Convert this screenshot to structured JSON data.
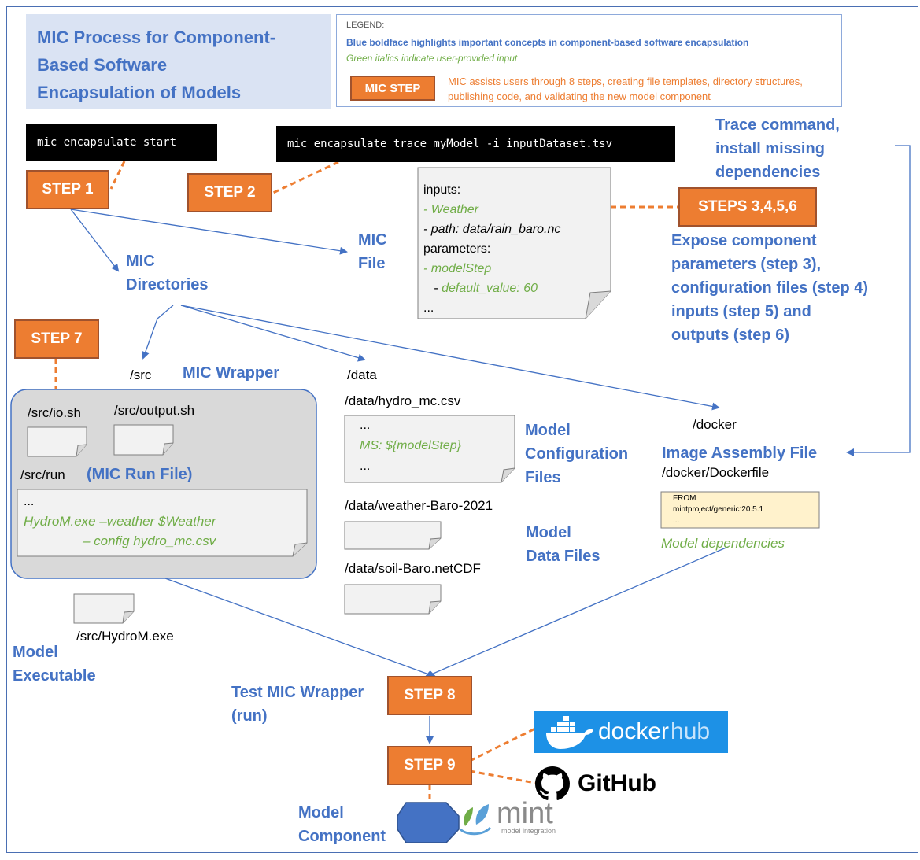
{
  "title": {
    "line1": "MIC Process for Component-",
    "line2": "Based Software",
    "line3": "Encapsulation of Models"
  },
  "legend": {
    "heading": "LEGEND:",
    "blue_text": "Blue boldface highlights important concepts in component-based software encapsulation",
    "green_text": "Green italics indicate user-provided input",
    "step_label": "MIC STEP",
    "step_text": "MIC assists users through 8 steps, creating file templates, directory structures, publishing code, and validating the new model component"
  },
  "commands": {
    "start": "mic encapsulate start",
    "trace": "mic encapsulate trace myModel -i inputDataset.tsv"
  },
  "steps": {
    "s1": "STEP 1",
    "s2": "STEP 2",
    "s3456": "STEPS 3,4,5,6",
    "s7": "STEP 7",
    "s8": "STEP 8",
    "s9": "STEP 9"
  },
  "labels": {
    "trace_cmd_1": "Trace command,",
    "trace_cmd_2": "install missing",
    "trace_cmd_3": "dependencies",
    "mic_file_1": "MIC",
    "mic_file_2": "File",
    "mic_dirs_1": "MIC",
    "mic_dirs_2": "Directories",
    "expose_1": "Expose component",
    "expose_2": "parameters (step 3),",
    "expose_3": "configuration files (step 4)",
    "expose_4": "inputs (step 5) and",
    "expose_5": "outputs (step 6)",
    "mic_wrapper": "MIC Wrapper",
    "mic_run_file": "(MIC Run File)",
    "model_config_1": "Model",
    "model_config_2": "Configuration",
    "model_config_3": "Files",
    "model_data_1": "Model",
    "model_data_2": "Data Files",
    "image_assembly": "Image Assembly File",
    "model_exec_1": "Model",
    "model_exec_2": "Executable",
    "test_wrapper_1": "Test MIC Wrapper",
    "test_wrapper_2": "(run)",
    "model_component_1": "Model",
    "model_component_2": "Component",
    "model_dependencies": "Model dependencies"
  },
  "mic_file_doc": {
    "l1": "inputs:",
    "l2_dash": "- ",
    "l2": "Weather",
    "l3": " - path: data/rain_baro.nc",
    "l4": "parameters:",
    "l5_dash": "- ",
    "l5": "modelStep",
    "l6_dash": "   - ",
    "l6": "default_value: 60",
    "l7": "..."
  },
  "paths": {
    "src": "/src",
    "data": "/data",
    "docker": "/docker",
    "io": "/src/io.sh",
    "output": "/src/output.sh",
    "run": "/src/run",
    "hydro_csv": "/data/hydro_mc.csv",
    "weather": "/data/weather-Baro-2021",
    "soil": "/data/soil-Baro.netCDF",
    "dockerfile": "/docker/Dockerfile",
    "exe": "/src/HydroM.exe"
  },
  "run_doc": {
    "l1": "...",
    "l2": "HydroM.exe –weather $Weather",
    "l3": "– config hydro_mc.csv"
  },
  "config_doc": {
    "l1": "...",
    "l2": "MS: ${modelStep}",
    "l3": "..."
  },
  "dockerfile_doc": {
    "l1": "FROM",
    "l2": "mintproject/generic:20.5.1",
    "l3": "..."
  },
  "logos": {
    "docker_1": "docker",
    "docker_2": "hub",
    "github": "GitHub",
    "mint": "mint",
    "mint_sub": "model integration"
  },
  "colors": {
    "blue": "#4472c4",
    "orange": "#ed7d31",
    "green": "#70ad47",
    "title_bg": "#dae3f3",
    "docker_bg": "#1d91e6"
  }
}
